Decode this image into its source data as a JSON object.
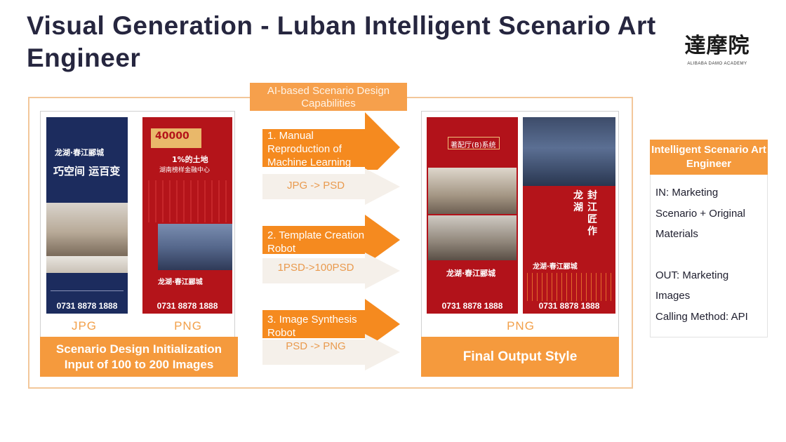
{
  "slide": {
    "title": "Visual Generation - Luban Intelligent Scenario Art Engineer"
  },
  "logo": {
    "glyphs": "達摩院",
    "subtitle": "ALIBABA DAMO ACADEMY"
  },
  "capability_banner": "AI-based Scenario Design Capabilities",
  "input": {
    "poster_left": {
      "line1": "龙湖·春江郦城",
      "headline": "巧空间 运百变",
      "phone": "0731 8878 1888"
    },
    "poster_right": {
      "badge": "40000",
      "line1": "1%的土地",
      "line2": "湖南榜样金融中心",
      "brand": "龙湖·春江郦城",
      "phone": "0731 8878 1888"
    },
    "label_jpg": "JPG",
    "label_png": "PNG",
    "caption_line1": "Scenario Design Initialization",
    "caption_line2": "Input of 100 to 200 Images"
  },
  "steps": [
    {
      "label": "1. Manual Reproduction of Machine Learning",
      "sub": "JPG -> PSD"
    },
    {
      "label": "2. Template Creation Robot",
      "sub": "1PSD->100PSD"
    },
    {
      "label": "3. Image Synthesis Robot",
      "sub": "PSD -> PNG"
    }
  ],
  "output": {
    "poster_left": {
      "header": "著配厅(B)系统",
      "brand": "龙湖·春江郦城",
      "phone": "0731 8878 1888"
    },
    "poster_right": {
      "vertical1": "龙湖",
      "vertical2": "封江匠作",
      "brand": "龙湖·春江郦城",
      "phone": "0731 8878 1888"
    },
    "label_png": "PNG",
    "caption": "Final Output Style"
  },
  "engineer": {
    "title": "Intelligent Scenario Art Engineer",
    "lines": [
      "IN: Marketing",
      "Scenario + Original",
      "Materials",
      "",
      "OUT: Marketing",
      "Images",
      "Calling Method: API"
    ]
  },
  "colors": {
    "accent_orange": "#f59a3d",
    "poster_red": "#b4141a",
    "poster_navy": "#1c2c5e",
    "title_text": "#26263f"
  }
}
